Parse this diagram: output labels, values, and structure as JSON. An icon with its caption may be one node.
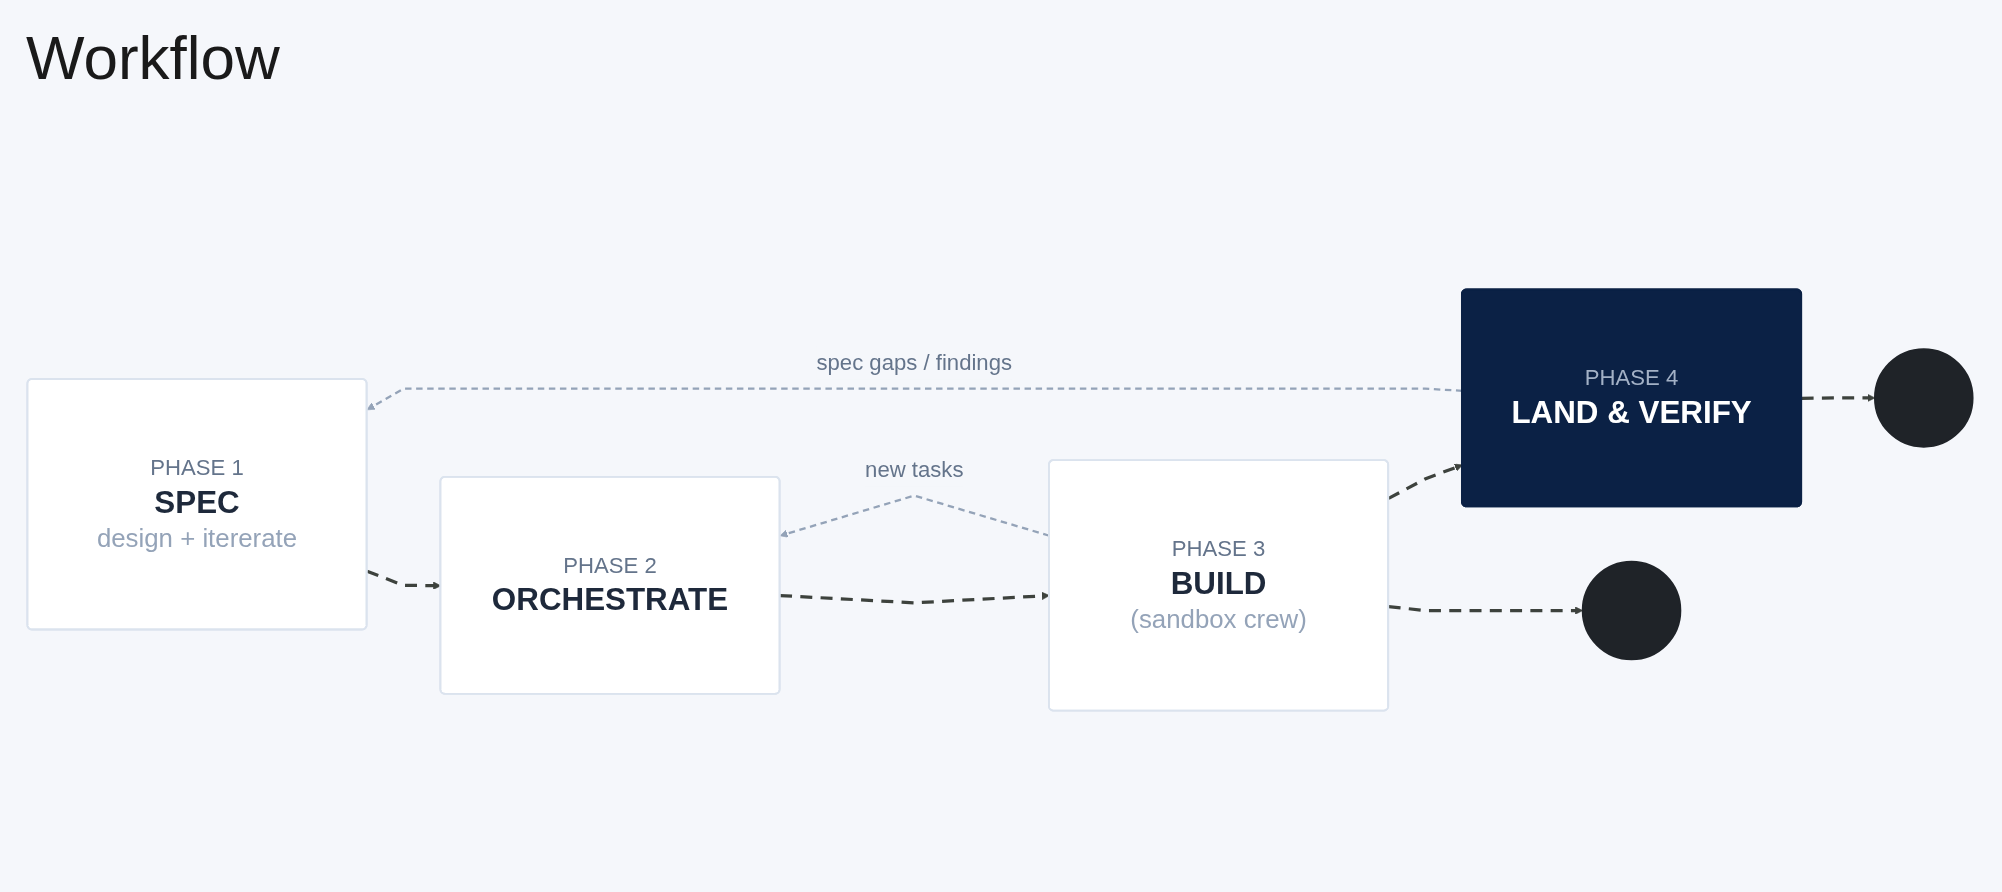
{
  "diagram": {
    "title": "Workflow",
    "nodes": [
      {
        "text": [
          "PHASE 1",
          "SPEC",
          "design + itererate"
        ]
      },
      {
        "text": [
          "PHASE 2",
          "ORCHESTRATE"
        ]
      },
      {
        "text": [
          "PHASE 3",
          "BUILD",
          "(sandbox crew)"
        ]
      },
      {
        "text": [
          "PHASE 4",
          "LAND & VERIFY"
        ]
      },
      {
        "text": [],
        "shape": "circle"
      },
      {
        "text": [],
        "shape": "circle"
      }
    ],
    "edges": [
      {
        "from": 0,
        "to": 1,
        "arrow": "to",
        "style": "dashed"
      },
      {
        "from": 1,
        "to": 2,
        "arrow": "to",
        "style": "dashed"
      },
      {
        "from": 2,
        "to": 3,
        "arrow": "to",
        "style": "dashed"
      },
      {
        "from": 2,
        "to": 4,
        "arrow": "to",
        "style": "dashed"
      },
      {
        "from": 3,
        "to": 5,
        "arrow": "to",
        "style": "dashed"
      },
      {
        "from": 2,
        "to": 1,
        "arrow": "to",
        "style": "dashed",
        "label": "new tasks",
        "color": "#94a3b8"
      },
      {
        "from": 3,
        "to": 0,
        "arrow": "to",
        "style": "dashed",
        "label": "spec gaps / findings",
        "color": "#94a3b8"
      }
    ]
  }
}
